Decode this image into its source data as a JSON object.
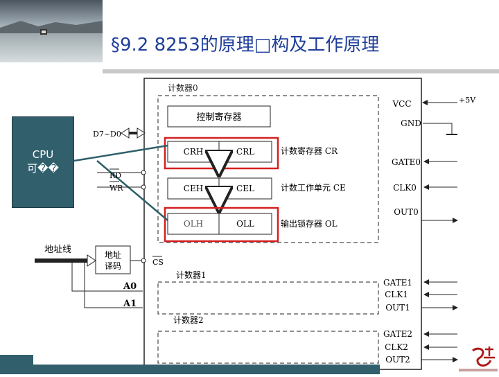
{
  "slide": {
    "title": "§9.2  8253的原理□构及工作原理"
  },
  "cpu": {
    "line1": "CPU",
    "line2": "可��"
  },
  "diagram": {
    "counter0_label": "计数器0",
    "control_reg": "控制寄存器",
    "crh": "CRH",
    "crl": "CRL",
    "ceh": "CEH",
    "cel": "CEL",
    "olh": "OLH",
    "oll": "OLL",
    "count_reg": "计数寄存器  CR",
    "count_unit": "计数工作单元  CE",
    "output_latch": "输出锁存器    OL",
    "vcc": "VCC",
    "plus5v": "+5V",
    "gnd": "GND",
    "gate0": "GATE0",
    "clk0": "CLK0",
    "out0": "OUT0",
    "data_bus": "D7~D0",
    "rd": "RD",
    "wr": "WR",
    "addr_line": "地址线",
    "addr_decode_1": "地址",
    "addr_decode_2": "译码",
    "cs": "CS",
    "a0": "A0",
    "a1": "A1",
    "counter1_label": "计数器1",
    "gate1": "GATE1",
    "clk1": "CLK1",
    "out1": "OUT1",
    "counter2_label": "计数器2",
    "gate2": "GATE2",
    "clk2": "CLK2",
    "out2": "OUT2"
  },
  "colors": {
    "title": "#1f3f9a",
    "cpu_fill": "#315f6c",
    "highlight": "#d42020",
    "connector": "#2f5f6a"
  }
}
